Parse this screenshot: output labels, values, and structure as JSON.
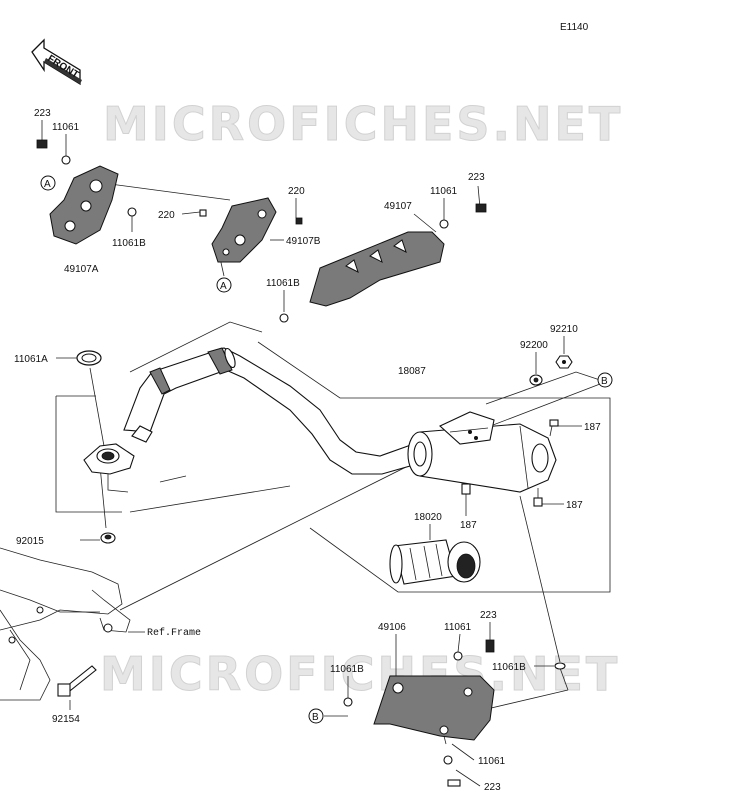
{
  "diagram_code": "E1140",
  "front_label": "FRONT",
  "watermark": "MICROFICHES.NET",
  "callouts": {
    "a": "A",
    "b": "B"
  },
  "part_numbers": {
    "p223_top_left": "223",
    "p11061_top_left": "11061",
    "p11061b_top_left": "11061B",
    "p49107a": "49107A",
    "p220_a": "220",
    "p220_b": "220",
    "p49107b": "49107B",
    "p49107": "49107",
    "p11061_mid": "11061",
    "p223_mid": "223",
    "p11061b_mid": "11061B",
    "p11061a": "11061A",
    "p92210": "92210",
    "p92200": "92200",
    "p18087": "18087",
    "p187_a": "187",
    "p187_b": "187",
    "p187_c": "187",
    "p18020": "18020",
    "p92015": "92015",
    "p223_lower": "223",
    "p11061_lower": "11061",
    "p49106": "49106",
    "p11061b_lower_left": "11061B",
    "p11061b_lower_right": "11061B",
    "p92154": "92154",
    "p11061_bottom": "11061",
    "p223_bottom": "223"
  },
  "ref_frame": "Ref.Frame"
}
